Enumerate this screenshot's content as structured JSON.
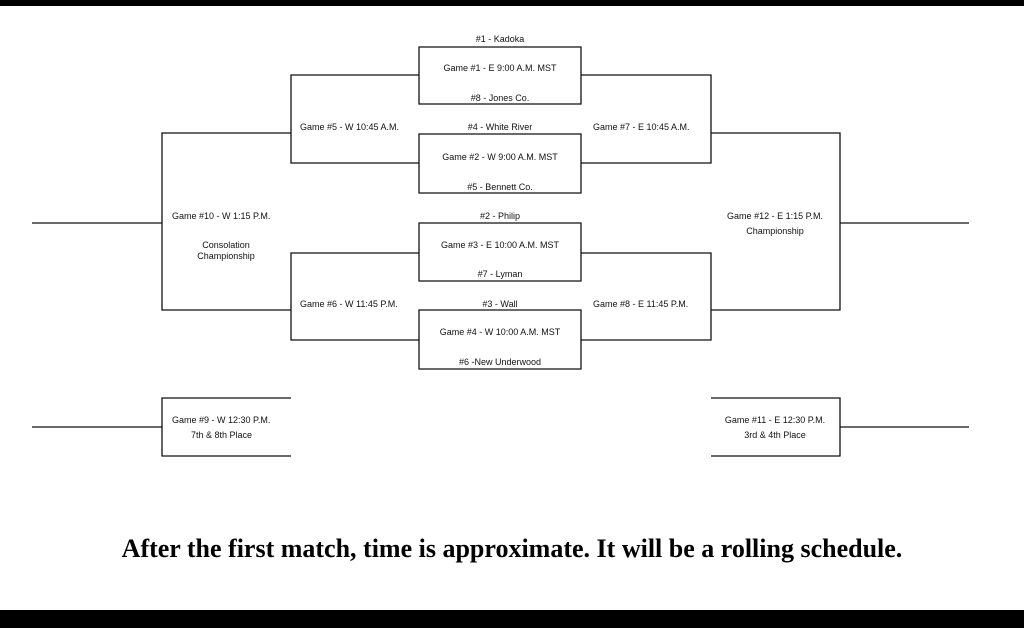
{
  "seeds": {
    "s1": "#1 - Kadoka",
    "s8": "#8 - Jones Co.",
    "s4": "#4 - White River",
    "s5": "#5 - Bennett Co.",
    "s2": "#2 - Philip",
    "s7": "#7 - Lyman",
    "s3": "#3 - Wall",
    "s6": "#6 -New Underwood"
  },
  "games": {
    "g1": "Game #1 - E 9:00 A.M. MST",
    "g2": "Game #2 - W 9:00 A.M. MST",
    "g3": "Game #3 - E 10:00 A.M. MST",
    "g4": "Game #4 - W 10:00 A.M. MST",
    "g5": "Game #5 - W 10:45 A.M.",
    "g6": "Game #6 - W 11:45 P.M.",
    "g7": "Game #7 - E 10:45 A.M.",
    "g8": "Game #8 - E 11:45 P.M.",
    "g9": "Game #9 - W 12:30 P.M.",
    "g9_sub": "7th & 8th Place",
    "g10": "Game #10 - W 1:15 P.M.",
    "g10_sub": "Consolation\nChampionship",
    "g11": "Game #11 - E 12:30 P.M.",
    "g11_sub": "3rd & 4th Place",
    "g12": "Game #12 - E 1:15 P.M.",
    "g12_sub": "Championship"
  },
  "note": "After the first match, time is approximate. It will be a rolling schedule.",
  "colors": {
    "line": "#111111",
    "background": "#ffffff",
    "frame": "#000000"
  }
}
